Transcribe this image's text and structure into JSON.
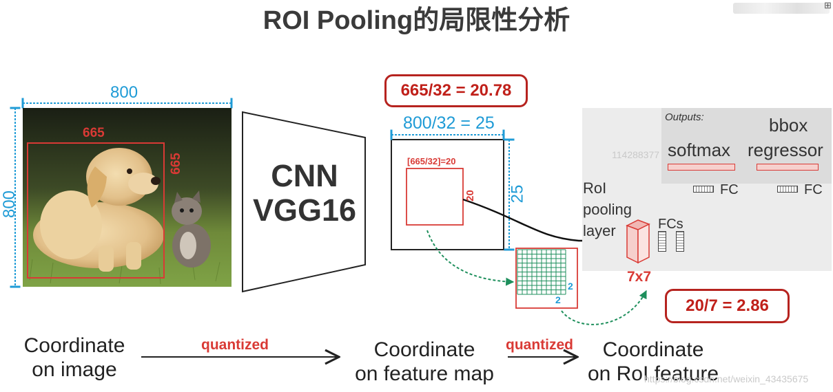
{
  "title": "ROI Pooling的局限性分析",
  "image": {
    "width_label": "800",
    "height_label": "800",
    "roi_width_label": "665",
    "roi_height_label": "665"
  },
  "cnn": {
    "line1": "CNN",
    "line2": "VGG16"
  },
  "callouts": {
    "top": "665/32 = 20.78",
    "bottom": "20/7 = 2.86"
  },
  "feature_map": {
    "width_label": "800/32 = 25",
    "height_label": "25",
    "roi_label": "[665/32]=20",
    "roi_side_label": "20"
  },
  "grid": {
    "cell_label_v": "2",
    "cell_label_h": "2"
  },
  "network": {
    "outputs_label": "Outputs:",
    "softmax_label": "softmax",
    "bbox_label_line1": "bbox",
    "bbox_label_line2": "regressor",
    "fc1_label": "FC",
    "fc2_label": "FC",
    "fcs_label": "FCs",
    "roi_layer_line1": "RoI",
    "roi_layer_line2": "pooling",
    "roi_layer_line3": "layer",
    "pool_size_label": "7x7"
  },
  "bottom": {
    "coord_image_line1": "Coordinate",
    "coord_image_line2": "on image",
    "quantized1": "quantized",
    "coord_fmap_line1": "Coordinate",
    "coord_fmap_line2": "on feature map",
    "quantized2": "quantized",
    "coord_roi_line1": "Coordinate",
    "coord_roi_line2": "on RoI feature"
  },
  "watermarks": {
    "id_text": "114288377",
    "url_text": "https://blog.csdn.net/weixin_43435675"
  },
  "colors": {
    "blue": "#1f9bd6",
    "red": "#d93a35",
    "dark_red": "#b6231f",
    "green": "#1e8f5c"
  }
}
